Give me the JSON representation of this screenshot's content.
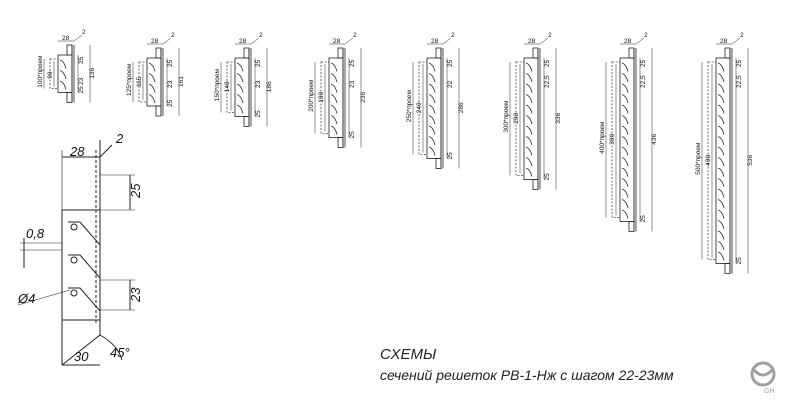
{
  "caption": {
    "title": "СХЕМЫ",
    "subtitle": "сечений решеток РВ-1-Нж с шагом 22-23мм"
  },
  "detail": {
    "dims": {
      "width_top": "28",
      "gap": "2",
      "top_flange": "25",
      "blade_thickness": "0,8",
      "pitch": "23",
      "hole": "Ø4",
      "depth": "30",
      "angle": "45°"
    }
  },
  "common_dims": {
    "width": "28",
    "gap": "2",
    "flange": "25",
    "blade_pitch": "23",
    "blade_pitch_alt": "22",
    "blade_pitch_alt2": "22,5"
  },
  "sections": [
    {
      "id": "s100",
      "opening": "100*проем",
      "inner": "90",
      "outer": "136",
      "blades": 3
    },
    {
      "id": "s125",
      "opening": "125*проем",
      "inner": "115",
      "outer": "161",
      "blades": 4
    },
    {
      "id": "s150",
      "opening": "150*проем",
      "inner": "140",
      "outer": "186",
      "blades": 5
    },
    {
      "id": "s200",
      "opening": "200*проем",
      "inner": "190",
      "outer": "236",
      "blades": 7
    },
    {
      "id": "s250",
      "opening": "250*проем",
      "inner": "240",
      "outer": "286",
      "blades": 9
    },
    {
      "id": "s300",
      "opening": "300*проем",
      "inner": "290",
      "outer": "336",
      "blades": 11
    },
    {
      "id": "s400",
      "opening": "400*проем",
      "inner": "390",
      "outer": "436",
      "blades": 15
    },
    {
      "id": "s500",
      "opening": "500*проем",
      "inner": "490",
      "outer": "536",
      "blades": 19
    }
  ],
  "colors": {
    "line": "#222222",
    "dash": "#444444",
    "logo": "#9aa0a6"
  }
}
